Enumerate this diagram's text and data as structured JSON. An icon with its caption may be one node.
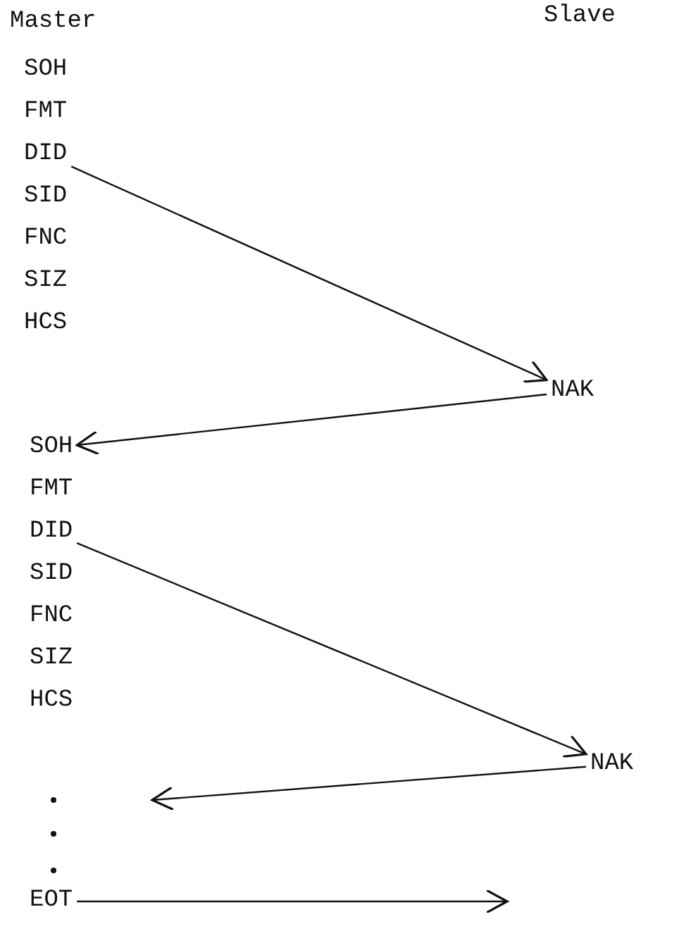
{
  "diagram": {
    "nodes": [
      {
        "text": [
          "Master"
        ]
      },
      {
        "text": [
          "Slave"
        ]
      },
      {
        "text": [
          "SOH"
        ]
      },
      {
        "text": [
          "FMT"
        ]
      },
      {
        "text": [
          "DID"
        ]
      },
      {
        "text": [
          "SID"
        ]
      },
      {
        "text": [
          "FNC"
        ]
      },
      {
        "text": [
          "SIZ"
        ]
      },
      {
        "text": [
          "HCS"
        ]
      },
      {
        "text": [
          "NAK"
        ]
      },
      {
        "text": [
          "SOH"
        ]
      },
      {
        "text": [
          "FMT"
        ]
      },
      {
        "text": [
          "DID"
        ]
      },
      {
        "text": [
          "SID"
        ]
      },
      {
        "text": [
          "FNC"
        ]
      },
      {
        "text": [
          "SIZ"
        ]
      },
      {
        "text": [
          "HCS"
        ]
      },
      {
        "text": [
          "NAK"
        ]
      },
      {
        "text": [
          "EOT"
        ]
      }
    ],
    "edges": [
      {
        "from": 4,
        "to": 9,
        "arrow": "to"
      },
      {
        "from": 9,
        "to": 10,
        "arrow": "to"
      },
      {
        "from": 12,
        "to": 17,
        "arrow": "to"
      },
      {
        "from": 17,
        "to": null,
        "arrow": "to"
      },
      {
        "from": 18,
        "to": null,
        "arrow": "to"
      }
    ]
  }
}
